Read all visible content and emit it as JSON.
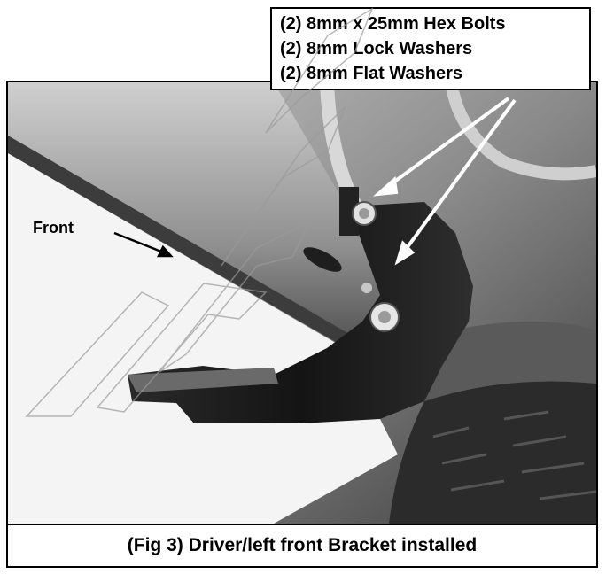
{
  "parts_callout": {
    "lines": [
      "(2) 8mm x 25mm Hex Bolts",
      "(2) 8mm Lock Washers",
      "(2) 8mm Flat Washers"
    ]
  },
  "photo": {
    "front_label": "Front"
  },
  "caption": "(Fig 3) Driver/left front Bracket installed",
  "colors": {
    "border": "#000000",
    "arrow": "#ffffff",
    "bracket": "#1a1a1a",
    "background": "#ffffff"
  }
}
